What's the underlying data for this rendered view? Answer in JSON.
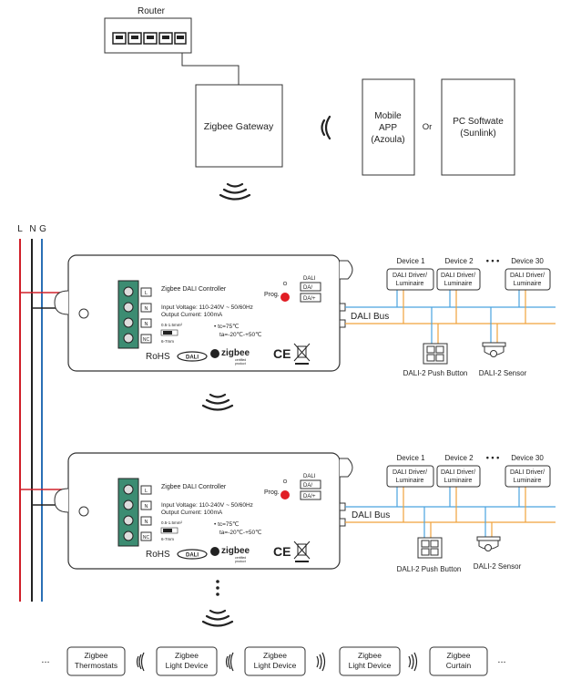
{
  "router": {
    "label": "Router"
  },
  "gateway": {
    "label": "Zigbee Gateway"
  },
  "mobile_app": {
    "line1": "Mobile",
    "line2": "APP",
    "line3": "(Azoula)"
  },
  "or_label": "Or",
  "pc_software": {
    "line1": "PC Softwate",
    "line2": "(Sunlink)"
  },
  "wires": {
    "l": "L",
    "n": "N",
    "g": "G",
    "colors": {
      "l": "#d0202a",
      "n": "#222222",
      "g": "#2a6fb5"
    }
  },
  "bus_colors": {
    "blue": "#4aa3df",
    "orange": "#f0a23c"
  },
  "controller": {
    "title": "Zigbee DALI Controller",
    "spec1": "Input Voltage: 110-240V ~ 50/60Hz",
    "spec2": "Output Current: 100mA",
    "wire_spec": "0.5-1.5mm²",
    "strip_spec": "6-7mm",
    "tc": "• tc=75℃",
    "ta": "ta=-20℃-+50℃",
    "prog": "Prog.",
    "dali_header": "DALI",
    "dali_a": "DA/",
    "dali_b": "DA/+",
    "terminal_l": "L",
    "terminal_n": "N",
    "terminal_nc": "NC",
    "rohs": "RoHS",
    "dali_logo": "DALI",
    "zigbee": "zigbee",
    "zigbee_sub1": "certified",
    "zigbee_sub2": "product",
    "ce": "CE"
  },
  "dali_bus": "DALI Bus",
  "devices": [
    {
      "header": "Device 1",
      "line1": "DALI Driver/",
      "line2": "Luminaire"
    },
    {
      "header": "Device 2",
      "line1": "DALI Driver/",
      "line2": "Luminaire"
    },
    {
      "header": "Device 30",
      "line1": "DALI Driver/",
      "line2": "Luminaire"
    }
  ],
  "dots": "• • •",
  "push_button": "DALI-2 Push Button",
  "sensor": "DALI-2 Sensor",
  "bottom_devices": [
    {
      "line1": "Zigbee",
      "line2": "Thermostats"
    },
    {
      "line1": "Zigbee",
      "line2": "Light Device"
    },
    {
      "line1": "Zigbee",
      "line2": "Light Device"
    },
    {
      "line1": "Zigbee",
      "line2": "Light Device"
    },
    {
      "line1": "Zigbee",
      "line2": "Curtain"
    }
  ],
  "ellipsis": "..."
}
